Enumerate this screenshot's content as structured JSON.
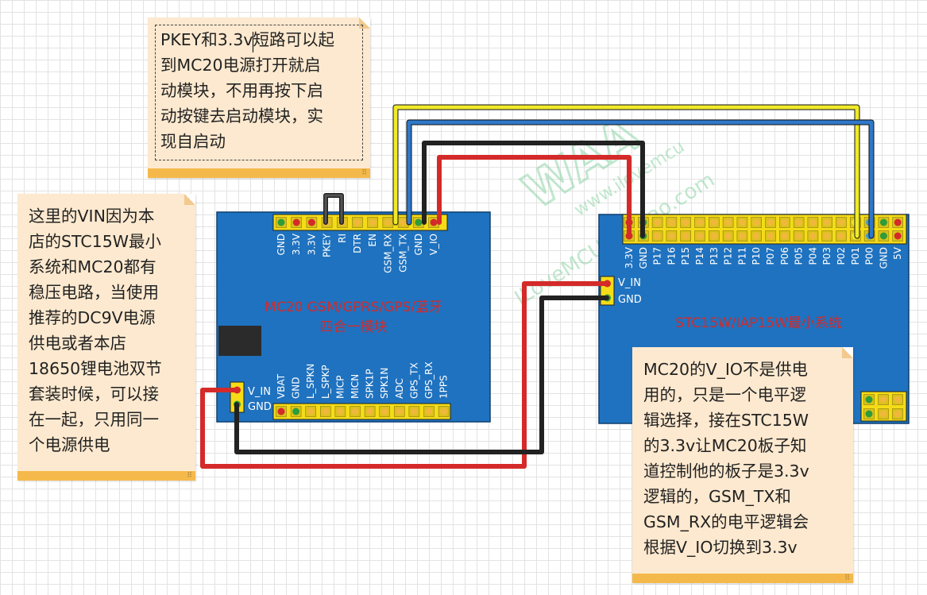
{
  "colors": {
    "board": "#1f72bf",
    "wire_red": "#d42a2a",
    "wire_black": "#333333",
    "wire_yellow": "#f0ea2a",
    "wire_blue": "#2f77c9",
    "note_bg": "#fde9cf",
    "note_bar": "#f5b94b",
    "watermark": "#8fd4a7"
  },
  "mc20": {
    "title_line1": "MC20 GSM/GPRS/GPS/蓝牙",
    "title_line2": "四合一模块",
    "top_pins": [
      "GND",
      "3.3V",
      "3.3V",
      "PKEY",
      "RI",
      "DTR",
      "EN",
      "GSM_RX",
      "GSM_TX",
      "GND",
      "V_IO"
    ],
    "bottom_pins": [
      "VBAT",
      "GND",
      "L_SPKN",
      "L_SPKP",
      "MICP",
      "MICN",
      "SPK1P",
      "SPK1N",
      "ADC",
      "GPS_TX",
      "GPS_RX",
      "1PPS"
    ],
    "power_pins": [
      "V_IN",
      "GND"
    ]
  },
  "stc": {
    "title": "STC15W/IAP15W最小系统",
    "top_pins": [
      "3.3V",
      "GND",
      "P17",
      "P16",
      "P15",
      "P14",
      "P13",
      "P12",
      "P11",
      "P10",
      "P07",
      "P06",
      "P05",
      "P04",
      "P03",
      "P02",
      "P01",
      "P00",
      "GND",
      "5V"
    ],
    "power_pins": [
      "V_IN",
      "GND"
    ]
  },
  "watermark": {
    "line1": "ILoveMCU.taobao.com",
    "line2": "www.ilovemcu"
  },
  "notes": {
    "top": [
      "PKEY和3.3v短路可以起",
      "到MC20电源打开就启",
      "动模块，不用再按下启",
      "动按键去启动模块，实",
      "现自启动"
    ],
    "left": [
      "这里的VIN因为本",
      "店的STC15W最小",
      "系统和MC20都有",
      "稳压电路，当使用",
      "推荐的DC9V电源",
      "供电或者本店",
      "18650锂电池双节",
      "套装时候，可以接",
      "在一起，只用同一",
      "个电源供电"
    ],
    "right": [
      "MC20的V_IO不是供电",
      "用的，只是一个电平逻",
      "辑选择，接在STC15W",
      "的3.3v让MC20板子知",
      "道控制他的板子是3.3v",
      "逻辑的，GSM_TX和",
      "GSM_RX的电平逻辑会",
      "根据V_IO切换到3.3v"
    ]
  }
}
